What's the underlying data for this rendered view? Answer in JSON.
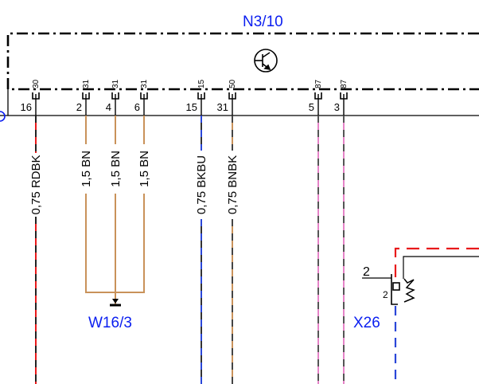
{
  "module": {
    "label": "N3/10"
  },
  "module_pins": [
    {
      "top": "30",
      "bottom": "16"
    },
    {
      "top": "31",
      "bottom": "2"
    },
    {
      "top": "31",
      "bottom": "4"
    },
    {
      "top": "31",
      "bottom": "6"
    },
    {
      "top": "15",
      "bottom": "15"
    },
    {
      "top": "50",
      "bottom": "31"
    },
    {
      "top": "87",
      "bottom": "5"
    },
    {
      "top": "87",
      "bottom": "3"
    }
  ],
  "wires": [
    {
      "label": "0,75 RDBK",
      "colors": [
        "#e8191a",
        "#222222"
      ]
    },
    {
      "label": "1,5 BN",
      "colors": [
        "#c9925a"
      ]
    },
    {
      "label": "1,5 BN",
      "colors": [
        "#c9925a"
      ]
    },
    {
      "label": "1,5 BN",
      "colors": [
        "#c9925a"
      ]
    },
    {
      "label": "0,75 BKBU",
      "colors": [
        "#333333",
        "#2a46d8"
      ]
    },
    {
      "label": "0,75 BNBK",
      "colors": [
        "#c9925a",
        "#444444"
      ]
    },
    {
      "label": "",
      "colors": [
        "#e583c7",
        "#555555"
      ]
    },
    {
      "label": "",
      "colors": [
        "#e583c7",
        "#555555"
      ]
    }
  ],
  "splice": {
    "label": "W16/3"
  },
  "connector": {
    "label": "X26",
    "pin_outer": "2",
    "pin_inner": "2",
    "feed_colors": [
      "#e8191a",
      "#ffffff"
    ],
    "lower_colors": [
      "#2a46d8",
      "#ffffff"
    ],
    "out_colors": [
      "#e583c7",
      "#8a8ad0"
    ]
  },
  "colors": {
    "designation": "#0a1ef0",
    "outline": "#000000"
  }
}
